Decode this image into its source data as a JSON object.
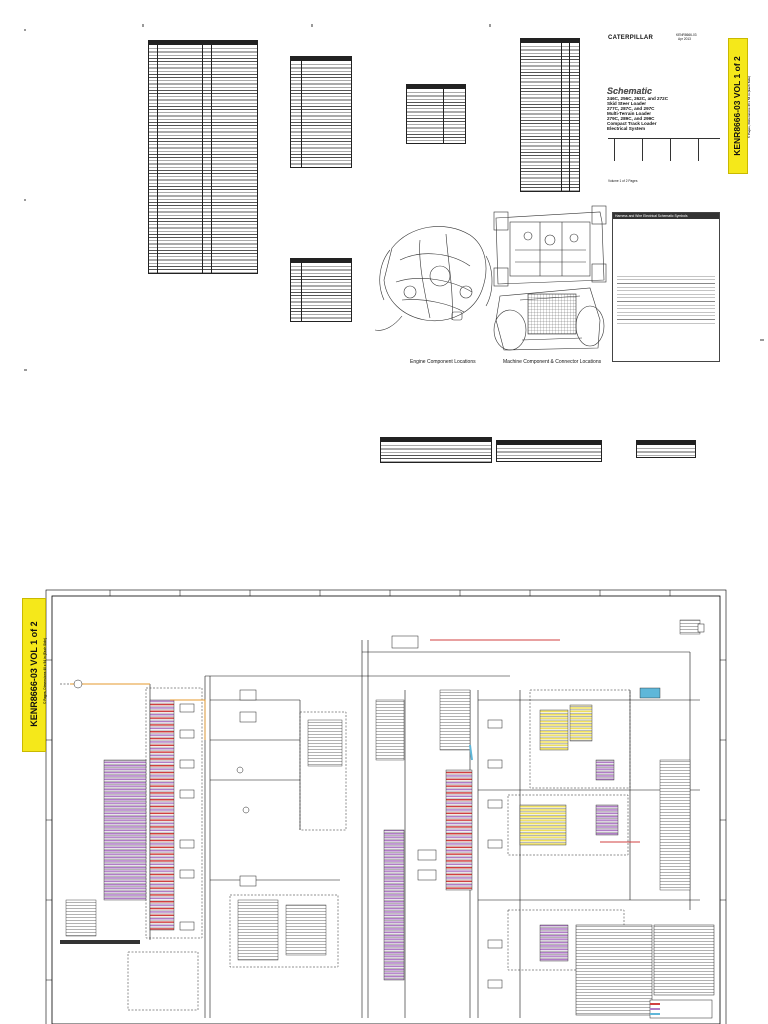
{
  "document": {
    "cover_sheet": {
      "logo": "CATERPILLAR",
      "doc_ref": "KENR8666-03",
      "date": "Apr 2013",
      "title": "Schematic",
      "model_lines": [
        "246C, 256C, 262C, and 272C",
        "Skid Steer Loader",
        "277C, 287C, and 297C",
        "Multi-Terrain Loader",
        "279C, 289C, and 299C",
        "Compact Track Loader",
        "Electrical System"
      ],
      "volume_note": "Volume 1 of 2 Pages",
      "banner_title": "KENR8666-03 VOL 1 of 2",
      "banner_subtitle": "© Pages, Dimensions 40 x 54 in (Each Side)",
      "symbols_header": "Harness and Wire Electrical Schematic Symbols"
    },
    "captions": {
      "engine": "Engine Component Locations",
      "machine": "Machine Component & Connector Locations"
    },
    "sheet_banner": {
      "title": "KENR8666-03 VOL 1 of 2",
      "subtitle": "© Pages, Dimensions 40 x 54 in (Each Side)"
    }
  },
  "colors": {
    "banner": "#f5e81a",
    "wire_purple": "#b07cc6",
    "wire_orange": "#e69a2e",
    "wire_yellow": "#efe05c",
    "wire_cyan": "#5fb7d9",
    "wire_red": "#d04040",
    "ink": "#111111"
  }
}
